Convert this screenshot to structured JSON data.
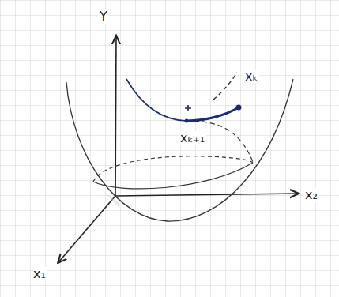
{
  "diagram": {
    "labels": [
      "Y",
      "xₖ",
      "xₖ₊₁",
      "x₂",
      "x₁"
    ]
  }
}
